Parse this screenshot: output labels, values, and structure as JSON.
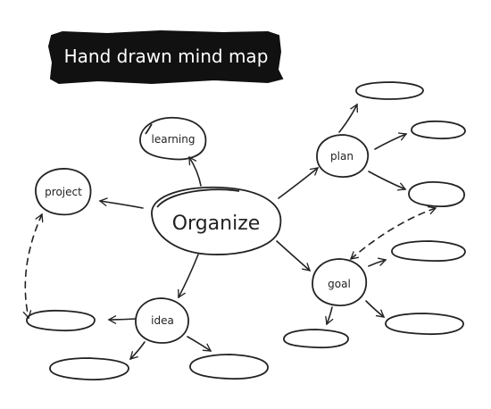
{
  "title": "Hand drawn mind map",
  "nodes": {
    "center": "Organize",
    "learning": "learning",
    "project": "project",
    "plan": "plan",
    "goal": "goal",
    "idea": "idea"
  },
  "colors": {
    "ink": "#222222",
    "banner": "#111111",
    "banner_text": "#ffffff",
    "background": "#ffffff"
  }
}
